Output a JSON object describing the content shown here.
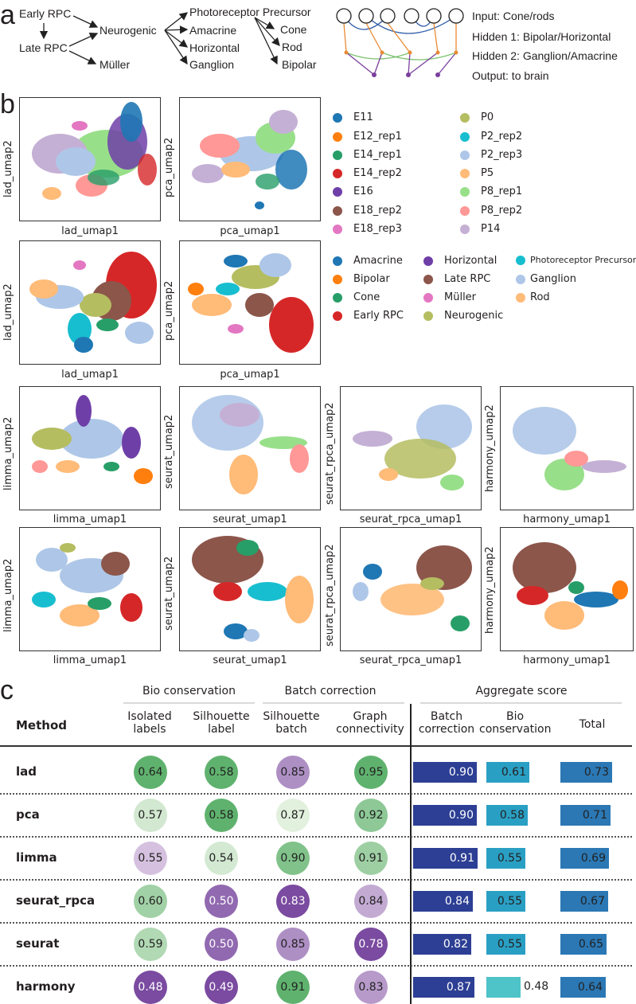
{
  "panel_a": {
    "letter": "a",
    "lineage": {
      "early_rpc": "Early RPC",
      "late_rpc": "Late RPC",
      "neurogenic": "Neurogenic",
      "muller": "Müller",
      "photoreceptor": "Photoreceptor Precursor",
      "amacrine": "Amacrine",
      "horizontal": "Horizontal",
      "ganglion": "Ganglion",
      "cone": "Cone",
      "rod": "Rod",
      "bipolar": "Bipolar"
    },
    "network": {
      "input": "Input: Cone/rods",
      "hidden1": "Hidden 1: Bipolar/Horizontal",
      "hidden2": "Hidden 2: Ganglion/Amacrine",
      "output": "Output: to brain"
    }
  },
  "panel_b": {
    "letter": "b",
    "batch_legend": [
      {
        "name": "E11",
        "color": "#1f77b4"
      },
      {
        "name": "E12_rep1",
        "color": "#ff7f0e"
      },
      {
        "name": "E14_rep1",
        "color": "#279e68"
      },
      {
        "name": "E14_rep2",
        "color": "#d62728"
      },
      {
        "name": "E16",
        "color": "#6f3fa8"
      },
      {
        "name": "E18_rep2",
        "color": "#8c564b"
      },
      {
        "name": "E18_rep3",
        "color": "#e377c2"
      },
      {
        "name": "P0",
        "color": "#b5bd61"
      },
      {
        "name": "P2_rep2",
        "color": "#17becf"
      },
      {
        "name": "P2_rep3",
        "color": "#aec7e8"
      },
      {
        "name": "P5",
        "color": "#ffbb78"
      },
      {
        "name": "P8_rep1",
        "color": "#98df8a"
      },
      {
        "name": "P8_rep2",
        "color": "#ff9896"
      },
      {
        "name": "P14",
        "color": "#c5b0d5"
      }
    ],
    "celltype_legend": [
      {
        "name": "Amacrine",
        "color": "#1f77b4"
      },
      {
        "name": "Bipolar",
        "color": "#ff7f0e"
      },
      {
        "name": "Cone",
        "color": "#279e68"
      },
      {
        "name": "Early RPC",
        "color": "#d62728"
      },
      {
        "name": "Horizontal",
        "color": "#6f3fa8"
      },
      {
        "name": "Late RPC",
        "color": "#8c564b"
      },
      {
        "name": "Müller",
        "color": "#e377c2"
      },
      {
        "name": "Neurogenic",
        "color": "#b5bd61"
      },
      {
        "name": "Photoreceptor Precursor",
        "color": "#17becf"
      },
      {
        "name": "Ganglion",
        "color": "#aec7e8"
      },
      {
        "name": "Rod",
        "color": "#ffbb78"
      }
    ],
    "plots": {
      "lad_x": "lad_umap1",
      "lad_y": "lad_umap2",
      "pca_x": "pca_umap1",
      "pca_y": "pca_umap2",
      "limma_x": "limma_umap1",
      "limma_y": "limma_umap2",
      "seurat_x": "seurat_umap1",
      "seurat_y": "seurat_umap2",
      "rpca_x": "seurat_rpca_umap1",
      "rpca_y": "seurat_rpca_umap2",
      "harmony_x": "harmony_umap1",
      "harmony_y": "harmony_umap2"
    }
  },
  "panel_c": {
    "letter": "c",
    "groups": {
      "bio": "Bio conservation",
      "batch": "Batch correction",
      "agg": "Aggregate score"
    },
    "columns": {
      "method": "Method",
      "isolated": "Isolated\nlabels",
      "silhouette_label": "Silhouette\nlabel",
      "silhouette_batch": "Silhouette\nbatch",
      "graph": "Graph\nconnectivity",
      "agg_batch": "Batch\ncorrection",
      "agg_bio": "Bio\nconservation",
      "total": "Total"
    },
    "colors": {
      "circle_green_dark": "#5fb26e",
      "circle_purple_dark": "#7a4ba0",
      "bar_batch": "#2d3f94",
      "bar_bio": "#2a9fc4",
      "bar_total": "#2b78b5"
    },
    "rows": [
      {
        "method": "lad",
        "isolated": "0.64",
        "sil_label": "0.58",
        "sil_batch": "0.85",
        "graph": "0.95",
        "agg_batch": "0.90",
        "agg_bio": "0.61",
        "total": "0.73"
      },
      {
        "method": "pca",
        "isolated": "0.57",
        "sil_label": "0.58",
        "sil_batch": "0.87",
        "graph": "0.92",
        "agg_batch": "0.90",
        "agg_bio": "0.58",
        "total": "0.71"
      },
      {
        "method": "limma",
        "isolated": "0.55",
        "sil_label": "0.54",
        "sil_batch": "0.90",
        "graph": "0.91",
        "agg_batch": "0.91",
        "agg_bio": "0.55",
        "total": "0.69"
      },
      {
        "method": "seurat_rpca",
        "isolated": "0.60",
        "sil_label": "0.50",
        "sil_batch": "0.83",
        "graph": "0.84",
        "agg_batch": "0.84",
        "agg_bio": "0.55",
        "total": "0.67"
      },
      {
        "method": "seurat",
        "isolated": "0.59",
        "sil_label": "0.50",
        "sil_batch": "0.85",
        "graph": "0.78",
        "agg_batch": "0.82",
        "agg_bio": "0.55",
        "total": "0.65"
      },
      {
        "method": "harmony",
        "isolated": "0.48",
        "sil_label": "0.49",
        "sil_batch": "0.91",
        "graph": "0.83",
        "agg_batch": "0.87",
        "agg_bio": "0.48",
        "total": "0.64"
      }
    ]
  }
}
